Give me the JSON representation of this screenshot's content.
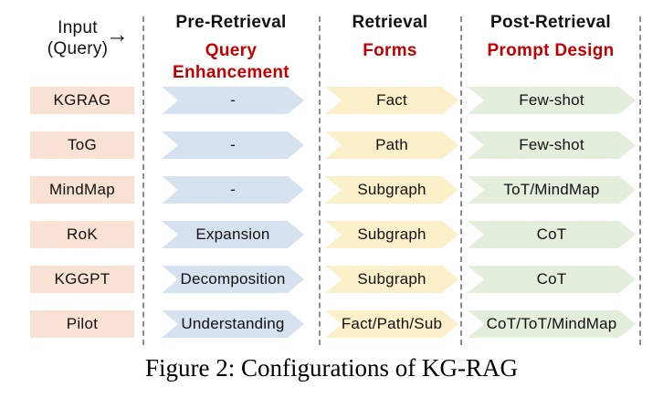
{
  "header": {
    "input": {
      "line1": "Input",
      "line2": "(Query)",
      "arrow": "→"
    },
    "columns": [
      {
        "stage": "Pre-Retrieval",
        "aspect": "Query Enhancement"
      },
      {
        "stage": "Retrieval",
        "aspect": "Forms"
      },
      {
        "stage": "Post-Retrieval",
        "aspect": "Prompt Design"
      }
    ]
  },
  "rows": [
    {
      "system": "KGRAG",
      "pre_retrieval": "-",
      "retrieval": "Fact",
      "post_retrieval": "Few-shot"
    },
    {
      "system": "ToG",
      "pre_retrieval": "-",
      "retrieval": "Path",
      "post_retrieval": "Few-shot"
    },
    {
      "system": "MindMap",
      "pre_retrieval": "-",
      "retrieval": "Subgraph",
      "post_retrieval": "ToT/MindMap"
    },
    {
      "system": "RoK",
      "pre_retrieval": "Expansion",
      "retrieval": "Subgraph",
      "post_retrieval": "CoT"
    },
    {
      "system": "KGGPT",
      "pre_retrieval": "Decomposition",
      "retrieval": "Subgraph",
      "post_retrieval": "CoT"
    },
    {
      "system": "Pilot",
      "pre_retrieval": "Understanding",
      "retrieval": "Fact/Path/Sub",
      "post_retrieval": "CoT/ToT/MindMap"
    }
  ],
  "caption": {
    "text": "Figure 2: Configurations of KG-RAG"
  },
  "colors": {
    "system_label_bg": "#f9e1d3",
    "pre_retrieval_arrow_bg": "#d7e2f0",
    "retrieval_arrow_bg": "#fbf0c9",
    "post_retrieval_arrow_bg": "#e3efdc",
    "aspect_text": "#c00000",
    "divider": "#8c8c8c"
  }
}
